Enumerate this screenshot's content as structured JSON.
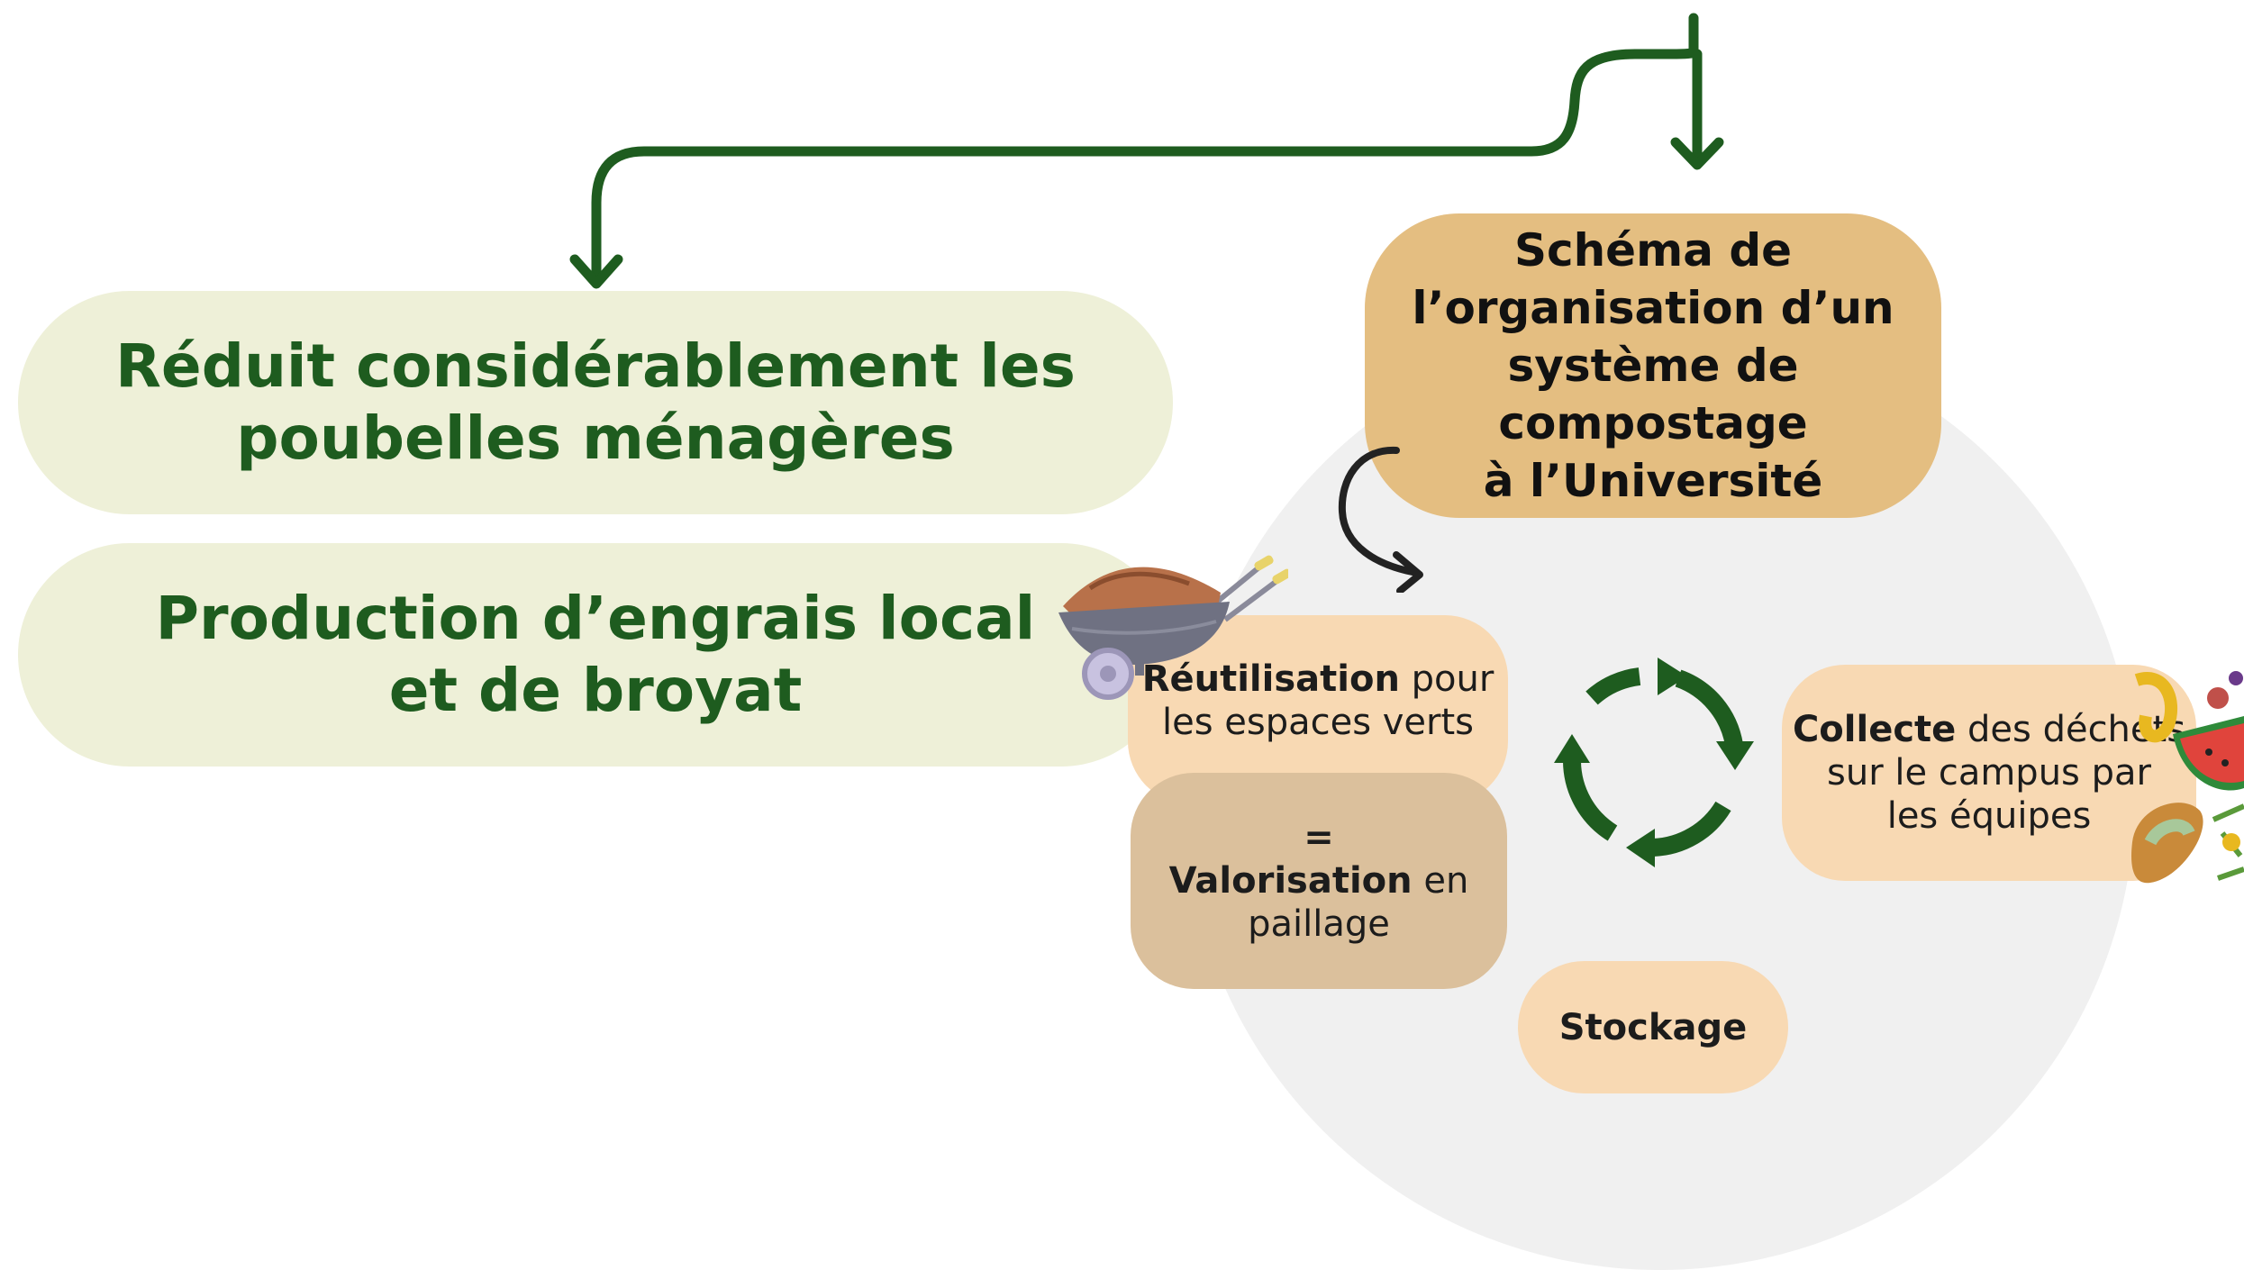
{
  "colors": {
    "connector_green": "#1e5c1f",
    "benefit_bg": "#eef0d8",
    "benefit_text": "#1e5c1f",
    "title_bg": "#e4be81",
    "step_bg": "#f8d9b3",
    "valorisation_bg": "#dbc09c",
    "circle_bg": "#f0f0f0"
  },
  "benefits": [
    {
      "line1": "Réduit considérablement les",
      "line2": "poubelles ménagères"
    },
    {
      "line1": "Production d’engrais local",
      "line2": "et de broyat"
    }
  ],
  "title": {
    "lines": [
      "Schéma de",
      "l’organisation d’un",
      "système de",
      "compostage",
      "à l’Université"
    ]
  },
  "steps": {
    "reuse": {
      "bold": "Réutilisation",
      "text1": " pour",
      "text2": "les espaces verts"
    },
    "valorisation": {
      "symbol": "=",
      "bold": "Valorisation",
      "text1": " en",
      "text2": "paillage"
    },
    "collect": {
      "bold": "Collecte",
      "text1": " des déchets",
      "text2": "sur le campus par",
      "text3": "les équipes"
    },
    "stock": {
      "bold": "Stockage"
    }
  },
  "icons": {
    "cycle": "recycle-cycle-arrows-icon",
    "curved_arrow": "curved-arrow-icon",
    "wheelbarrow": "wheelbarrow-compost-icon",
    "food": "food-scraps-icon"
  }
}
